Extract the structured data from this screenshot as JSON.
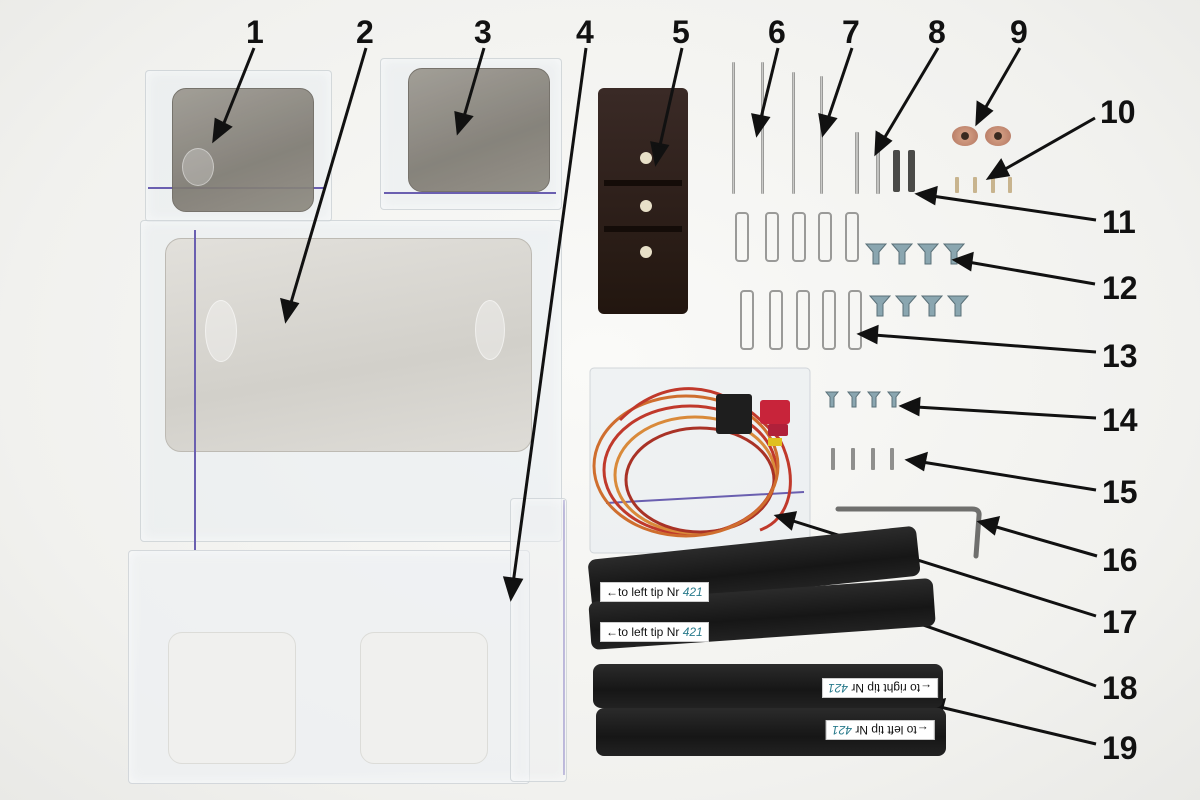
{
  "callouts": [
    "1",
    "2",
    "3",
    "4",
    "5",
    "6",
    "7",
    "8",
    "9",
    "10",
    "11",
    "12",
    "13",
    "14",
    "15",
    "16",
    "17",
    "18",
    "19"
  ],
  "tags": {
    "cover_1": {
      "text": "←to left tip Nr ",
      "nr": "421"
    },
    "cover_2": {
      "text": "←to left tip Nr ",
      "nr": "421"
    },
    "cover_3": {
      "text": "to right tip Nr ",
      "nr": "421",
      "arrow": "←"
    },
    "cover_4": {
      "text": "to left tip Nr ",
      "nr": "421",
      "arrow": "←"
    }
  },
  "colors": {
    "background": "#f4f4f2",
    "zip_line": "#6a5fb0",
    "canopy_tint": "#8a867e",
    "cover": "#1c1c1c",
    "wire_red": "#c0392b",
    "wire_orange": "#d98a3a",
    "plug_red": "#c8243a"
  }
}
